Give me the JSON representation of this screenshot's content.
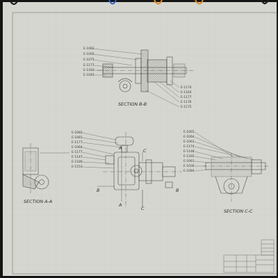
{
  "clips": {
    "colors": [
      "#1a1a1a",
      "#2a5fd0",
      "#e08a1e",
      "#e08a1e",
      "#1a1a1a"
    ]
  },
  "paper": {
    "color": "#d6d6d0",
    "grid_color": "#c8c8c2"
  },
  "ink_color": "#555555",
  "section_bb": {
    "title": "SECTION B-B",
    "labels_left": [
      "E-1082",
      "E-1005",
      "E-1075",
      "E-1177",
      "E-1182",
      "E-1045"
    ],
    "labels_right": [
      "E-1174",
      "E-1164",
      "E-1177",
      "E-1176",
      "E-1175"
    ]
  },
  "main_view": {
    "labels_left": [
      "E-1082",
      "E-1081",
      "E-1177",
      "E-1064",
      "E-1177",
      "E-1147",
      "E-1180",
      "E-1153"
    ],
    "letters": {
      "a_top": "A",
      "c_top": "C",
      "b_left": "B",
      "a_bottom": "A",
      "c_bottom": "C",
      "b_right": "B"
    }
  },
  "section_aa": {
    "title": "SECTION A-A"
  },
  "section_cc": {
    "title": "SECTION C-C",
    "labels_left": [
      "E-1065",
      "E-1064",
      "E-1063",
      "E-1174",
      "E-1148",
      "E-1165",
      "E-1061",
      "E-1030",
      "E-1084"
    ]
  },
  "title_block": {}
}
